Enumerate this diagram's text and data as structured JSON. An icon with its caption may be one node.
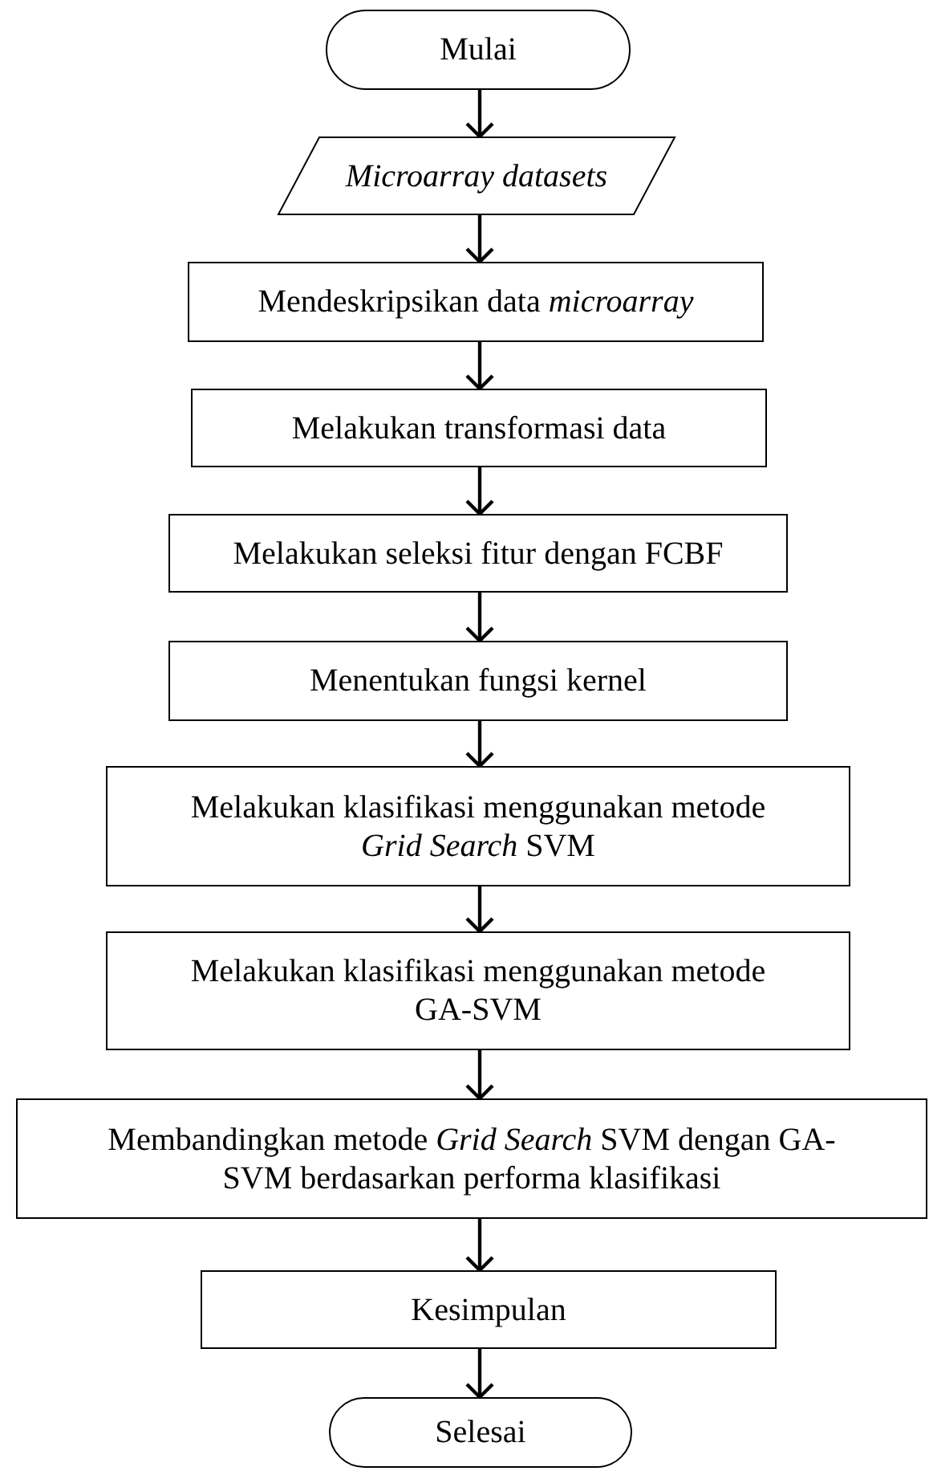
{
  "diagram": {
    "nodes": [
      {
        "text": [
          "Mulai"
        ]
      },
      {
        "text": [
          "Microarray datasets"
        ]
      },
      {
        "text": [
          "Mendeskripsikan data *microarray*"
        ]
      },
      {
        "text": [
          "Melakukan transformasi data"
        ]
      },
      {
        "text": [
          "Melakukan seleksi fitur dengan FCBF"
        ]
      },
      {
        "text": [
          "Menentukan fungsi kernel"
        ]
      },
      {
        "text": [
          "Melakukan klasifikasi menggunakan metode *Grid Search* SVM"
        ]
      },
      {
        "text": [
          "Melakukan klasifikasi menggunakan metode GA-SVM"
        ]
      },
      {
        "text": [
          "Membandingkan metode *Grid Search* SVM dengan GA-SVM berdasarkan performa klasifikasi"
        ]
      },
      {
        "text": [
          "Kesimpulan"
        ]
      },
      {
        "text": [
          "Selesai"
        ]
      }
    ],
    "edges": [
      {
        "from": 0,
        "to": 1,
        "arrow": "to"
      },
      {
        "from": 1,
        "to": 2,
        "arrow": "to"
      },
      {
        "from": 2,
        "to": 3,
        "arrow": "to"
      },
      {
        "from": 3,
        "to": 4,
        "arrow": "to"
      },
      {
        "from": 4,
        "to": 5,
        "arrow": "to"
      },
      {
        "from": 5,
        "to": 6,
        "arrow": "to"
      },
      {
        "from": 6,
        "to": 7,
        "arrow": "to"
      },
      {
        "from": 7,
        "to": 8,
        "arrow": "to"
      },
      {
        "from": 8,
        "to": 9,
        "arrow": "to"
      },
      {
        "from": 9,
        "to": 10,
        "arrow": "to"
      }
    ]
  }
}
